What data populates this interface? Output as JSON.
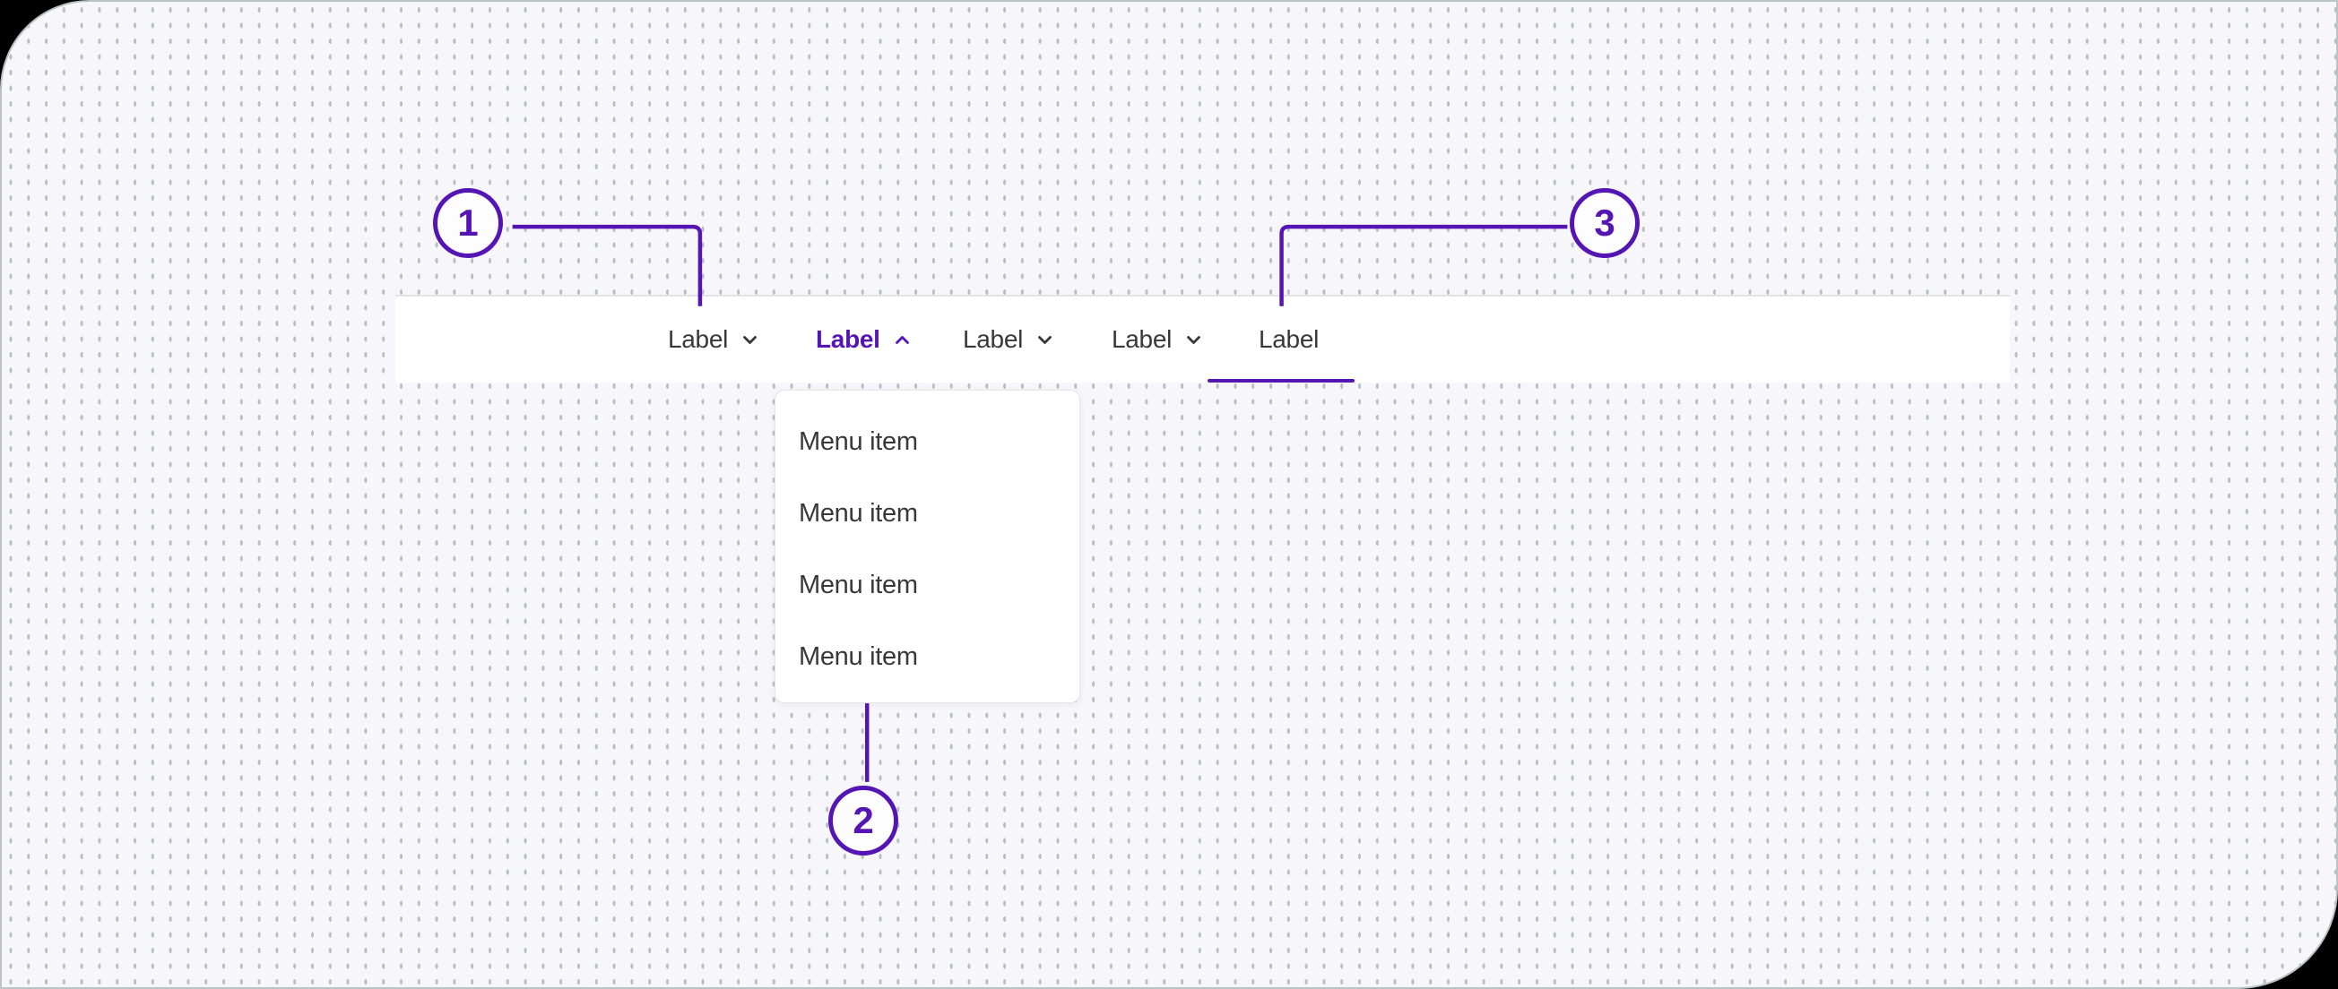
{
  "colors": {
    "accent": "#5514B4",
    "text": "#383838",
    "card_background": "#F7F6FA",
    "nav_background": "#FFFFFF",
    "dot_grid": "#B5BFC5",
    "card_border": "#B9C3C4",
    "panel_border": "#E4E3E8"
  },
  "nav": {
    "items": [
      {
        "label": "Label",
        "chevron": "down",
        "active": false
      },
      {
        "label": "Label",
        "chevron": "up",
        "active": true
      },
      {
        "label": "Label",
        "chevron": "down",
        "active": false
      },
      {
        "label": "Label",
        "chevron": "down",
        "active": false
      },
      {
        "label": "Label",
        "chevron": "none",
        "active": false
      }
    ]
  },
  "menu": {
    "items": [
      "Menu item",
      "Menu item",
      "Menu item",
      "Menu item"
    ]
  },
  "callouts": [
    {
      "number": "1"
    },
    {
      "number": "2"
    },
    {
      "number": "3"
    }
  ]
}
